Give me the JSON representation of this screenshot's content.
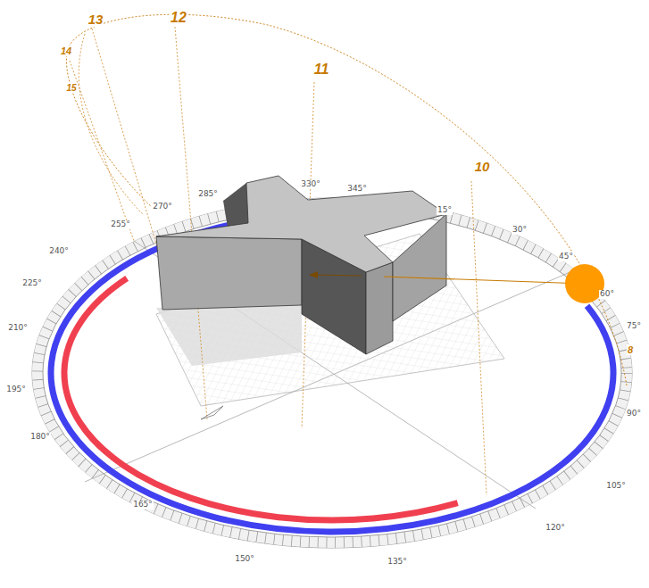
{
  "diagram": {
    "labels": [
      "13",
      "12",
      "11",
      "10",
      "14",
      "15",
      "8",
      "330°",
      "345°",
      "15°",
      "30°",
      "45°",
      "60°",
      "75°",
      "90°",
      "105°",
      "120°",
      "135°",
      "150°",
      "165°",
      "180°",
      "195°",
      "210°",
      "225°",
      "240°",
      "255°",
      "270°",
      "285°"
    ]
  }
}
